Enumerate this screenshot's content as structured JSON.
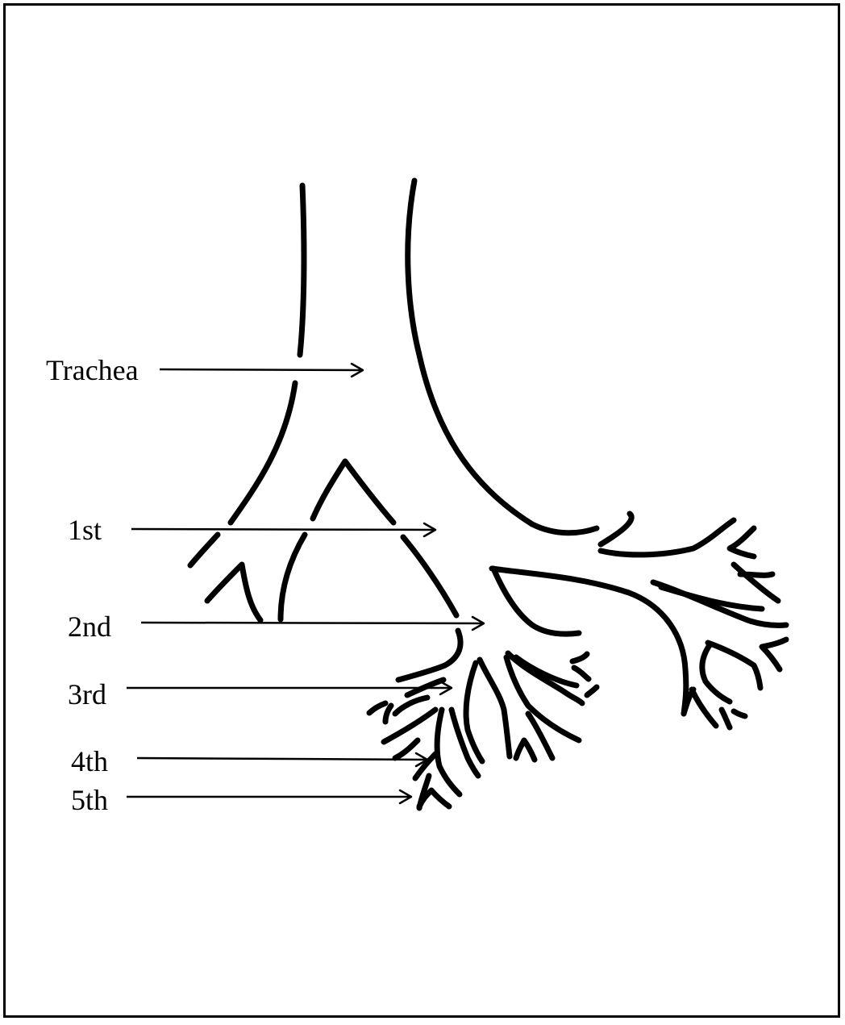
{
  "diagram": {
    "labels": {
      "trachea": "Trachea",
      "gen1": "1st",
      "gen2": "2nd",
      "gen3": "3rd",
      "gen4": "4th",
      "gen5": "5th"
    },
    "colors": {
      "ink": "#000000",
      "background": "#ffffff"
    }
  }
}
